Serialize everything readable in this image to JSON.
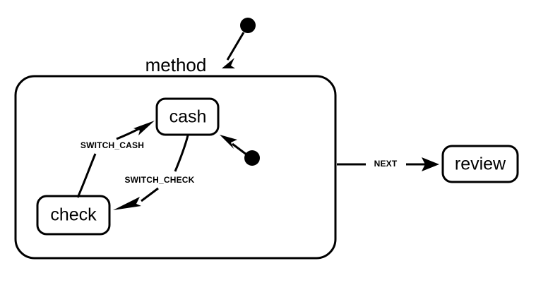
{
  "diagram": {
    "type": "statechart",
    "background_color": "#ffffff",
    "stroke_color": "#000000",
    "title_visible": false
  },
  "regions": [
    {
      "id": "method",
      "label": "method",
      "kind": "composite-state-region"
    }
  ],
  "nodes": [
    {
      "id": "cash",
      "label": "cash",
      "kind": "state"
    },
    {
      "id": "check",
      "label": "check",
      "kind": "state"
    },
    {
      "id": "review",
      "label": "review",
      "kind": "state"
    }
  ],
  "initial_markers": [
    {
      "id": "init-method",
      "target": "method",
      "kind": "initial-dot"
    },
    {
      "id": "init-cash",
      "target": "cash",
      "kind": "initial-dot"
    }
  ],
  "edges": [
    {
      "id": "edge-switch-cash",
      "label": "SWITCH_CASH",
      "from": "check",
      "to": "cash"
    },
    {
      "id": "edge-switch-check",
      "label": "SWITCH_CHECK",
      "from": "cash",
      "to": "check"
    },
    {
      "id": "edge-next",
      "label": "NEXT",
      "from": "method",
      "to": "review"
    }
  ]
}
